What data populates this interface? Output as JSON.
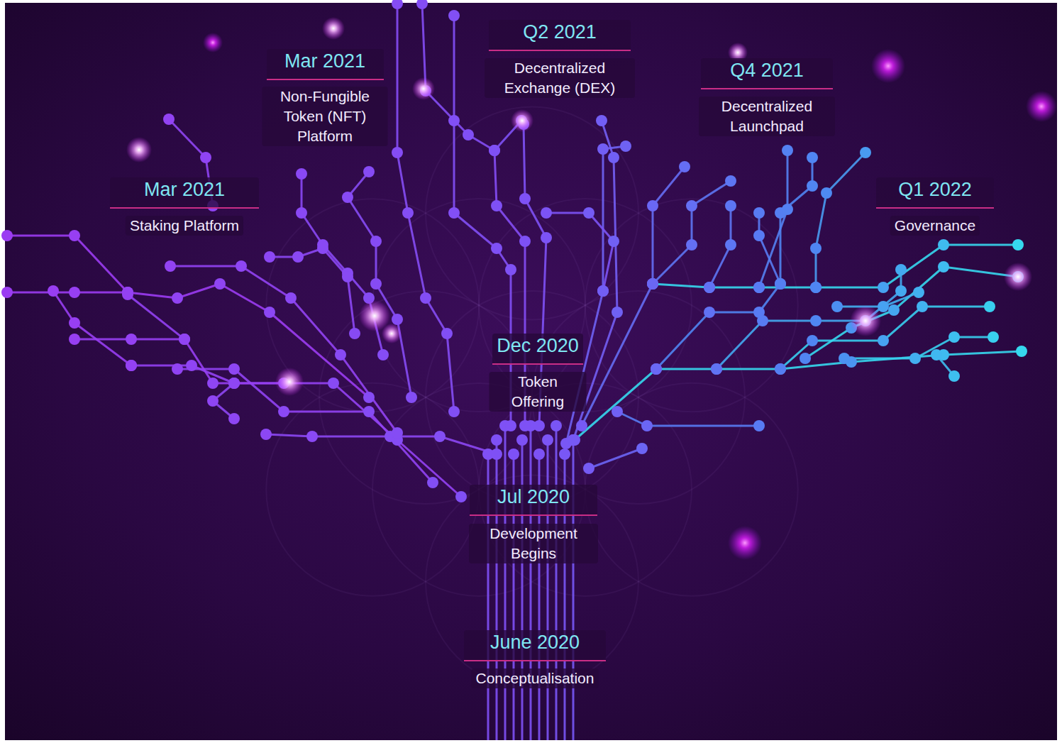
{
  "diagram": {
    "labels": [
      "Q2 2021",
      "Decentralized Exchange (DEX)",
      "Mar 2021",
      "Non-Fungible Token (NFT) Platform",
      "Q4 2021",
      "Decentralized Launchpad",
      "Mar 2021",
      "Staking Platform",
      "Q1 2022",
      "Governance",
      "Dec 2020",
      "Token Offering",
      "Jul 2020",
      "Development Begins",
      "June 2020",
      "Conceptualisation"
    ]
  }
}
